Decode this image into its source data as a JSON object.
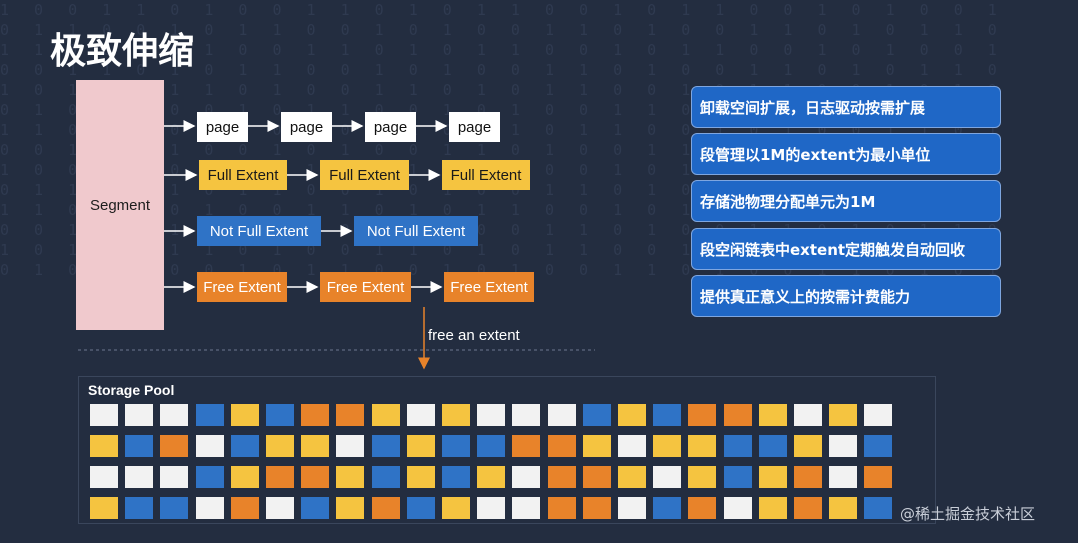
{
  "title": "极致伸缩",
  "segment_label": "Segment",
  "rows": {
    "pages": [
      "page",
      "page",
      "page",
      "page"
    ],
    "full_extents": [
      "Full Extent",
      "Full Extent",
      "Full Extent"
    ],
    "not_full_extents": [
      "Not Full Extent",
      "Not Full Extent"
    ],
    "free_extents": [
      "Free Extent",
      "Free Extent",
      "Free Extent"
    ]
  },
  "free_action_label": "free an extent",
  "storage_pool": {
    "label": "Storage Pool",
    "colors": {
      "w": "#f2f2f2",
      "b": "#2f73c6",
      "y": "#f5c440",
      "o": "#e8832a"
    },
    "grid": [
      "wwwbybooywywwwbybooywyw",
      "ybowbyywbybbooywyybbywb",
      "wwwbyooybybywooywybyowo",
      "ybbwowbyobywwoowbowyoyb"
    ]
  },
  "features": [
    "卸载空间扩展，日志驱动按需扩展",
    "段管理以1M的extent为最小单位",
    "存储池物理分配单元为1M",
    "段空闲链表中extent定期触发自动回收",
    "提供真正意义上的按需计费能力"
  ],
  "watermark": "@稀土掘金技术社区"
}
